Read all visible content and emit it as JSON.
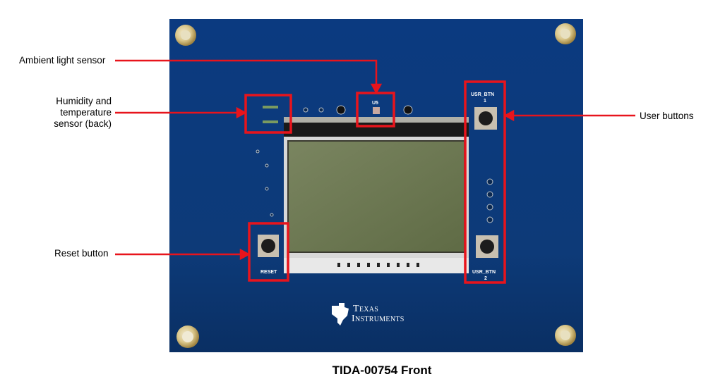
{
  "labels": {
    "ambient": "Ambient light sensor",
    "humidity_lines": [
      "Humidity and",
      "temperature",
      "sensor (back)"
    ],
    "user_buttons": "User buttons",
    "reset": "Reset button"
  },
  "board": {
    "logo_line1": "Texas",
    "logo_line2": "Instruments",
    "silk_usr1": "USR_BTN",
    "silk_usr1_num": "1",
    "silk_usr2": "USR_BTN",
    "silk_usr2_num": "2",
    "silk_reset": "RESET",
    "silk_u": "U5"
  },
  "caption": "TIDA-00754 Front",
  "colors": {
    "board": "#0c3a7c",
    "highlight": "#e8141c",
    "lcd": "#6e7a52"
  }
}
